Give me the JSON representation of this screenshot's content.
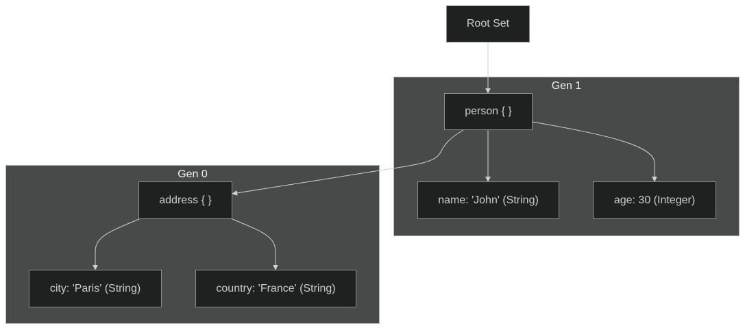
{
  "diagram": {
    "clusters": {
      "gen1": {
        "label": "Gen 1"
      },
      "gen0": {
        "label": "Gen 0"
      }
    },
    "nodes": {
      "root": {
        "label": "Root Set"
      },
      "person": {
        "label": "person { }"
      },
      "name": {
        "label": "name: 'John' (String)"
      },
      "age": {
        "label": "age: 30 (Integer)"
      },
      "address": {
        "label": "address { }"
      },
      "city": {
        "label": "city: 'Paris' (String)"
      },
      "country": {
        "label": "country: 'France' (String)"
      }
    },
    "edges": [
      {
        "from": "root",
        "to": "person"
      },
      {
        "from": "person",
        "to": "address"
      },
      {
        "from": "person",
        "to": "name"
      },
      {
        "from": "person",
        "to": "age"
      },
      {
        "from": "address",
        "to": "city"
      },
      {
        "from": "address",
        "to": "country"
      }
    ],
    "colors": {
      "cluster_fill": "#484949",
      "node_fill": "#1f2020",
      "node_text": "#cccccc",
      "edge": "#d0d0d0"
    }
  }
}
